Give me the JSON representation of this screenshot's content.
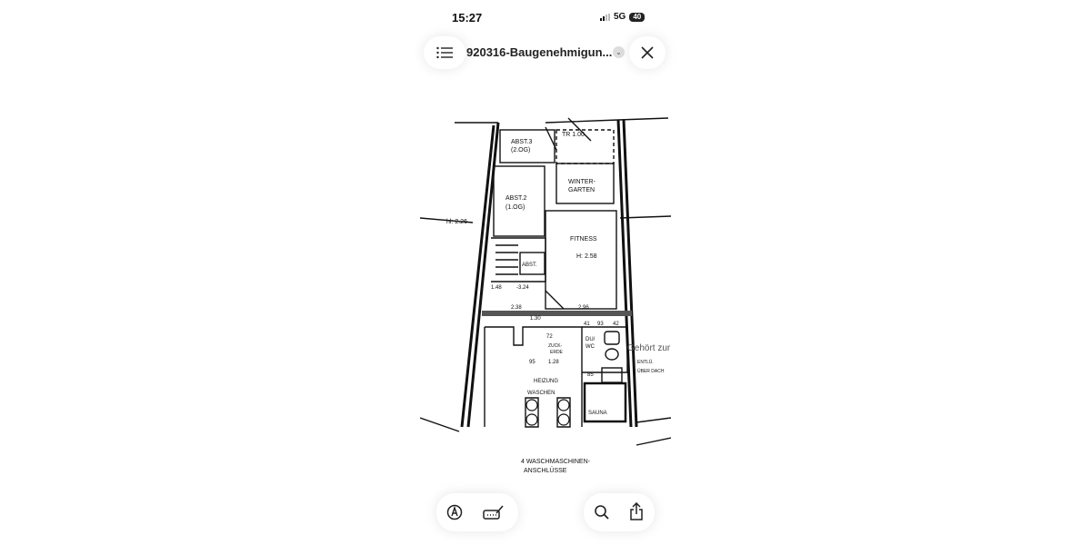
{
  "status_bar": {
    "time": "15:27",
    "network": "5G",
    "battery": "40"
  },
  "header": {
    "document_title": "920316-Baugenehmigun...",
    "icons": [
      "list-icon",
      "chevron-down-icon",
      "close-icon"
    ]
  },
  "plan_labels": {
    "abst3": "ABST.3",
    "abst3_floor": "(2.OG)",
    "tr": "TR 1.00",
    "winter1": "WINTER-",
    "winter2": "GARTEN",
    "abst2": "ABST.2",
    "abst2_floor": "(1.OG)",
    "hl": "hl: 2.26",
    "fitness": "FITNESS",
    "fitness_h": "H: 2.58",
    "abst": "ABST.",
    "dim_148": "1.48",
    "dim_324": "-3.24",
    "dim_238": "2.38",
    "dim_296": "2.96",
    "dim_130": "1.30",
    "dim_41": "41",
    "dim_93": "93",
    "dim_42": "42",
    "dim_72": "72",
    "dim_95": "95",
    "dim_128": "1.28",
    "dim_85": "85",
    "zuck1": "ZUCK-",
    "zuck2": "ERDE",
    "duwc1": "DU/",
    "duwc2": "WC",
    "heizung": "HEIZUNG",
    "waschen": "WASCHEN",
    "sauna": "SAUNA",
    "gehoert": "Gehört zur",
    "entl1": "ENTLÜ.",
    "entl2": "ÜBER DACH",
    "footer1": "4 WASCHMASCHINEN-",
    "footer2": "ANSCHLÜSSE"
  },
  "toolbar": {
    "icons": [
      "markup-icon",
      "signature-icon",
      "search-icon",
      "share-icon"
    ]
  }
}
